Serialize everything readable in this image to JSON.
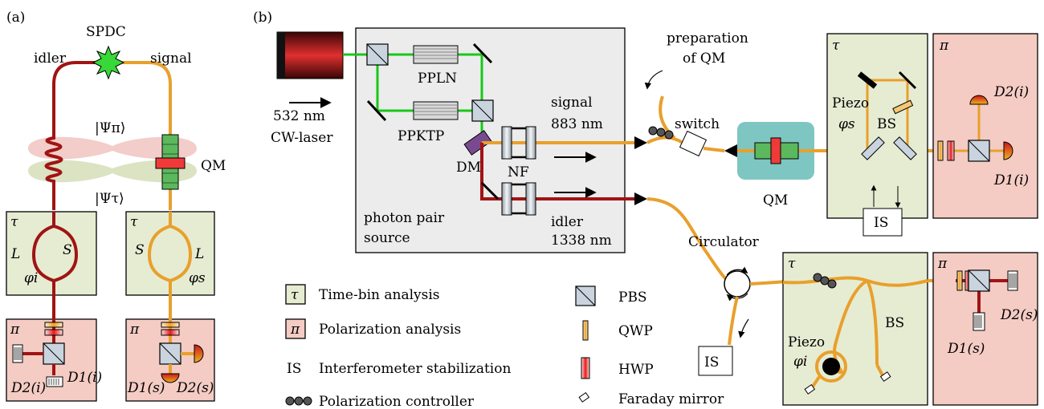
{
  "panel_a": {
    "tag": "(a)",
    "source": "SPDC",
    "idler": "idler",
    "signal": "signal",
    "psi_pi": "|Ψπ⟩",
    "psi_tau": "|Ψτ⟩",
    "qm": "QM",
    "tau": "τ",
    "pi": "π",
    "L": "L",
    "S": "S",
    "phi_i": "φi",
    "phi_s": "φs",
    "d2i": "D2(i)",
    "d1i": "D1(i)",
    "d1s": "D1(s)",
    "d2s": "D2(s)"
  },
  "panel_b": {
    "tag": "(b)",
    "laser_wl": "532 nm",
    "laser": "CW-laser",
    "ppln": "PPLN",
    "ppktp": "PPKTP",
    "dm": "DM",
    "nf": "NF",
    "signal": "signal",
    "signal_wl": "883 nm",
    "idler": "idler",
    "idler_wl": "1338 nm",
    "pair_source_1": "photon pair",
    "pair_source_2": "source",
    "prep_1": "preparation",
    "prep_2": "of QM",
    "switch": "switch",
    "qm": "QM",
    "piezo": "Piezo",
    "phi_s": "φs",
    "phi_i": "φi",
    "bs": "BS",
    "is": "IS",
    "circulator": "Circulator",
    "tau": "τ",
    "pi": "π",
    "d1i": "D1(i)",
    "d2i": "D2(i)",
    "d1s": "D1(s)",
    "d2s": "D2(s)"
  },
  "legend": [
    {
      "symbol": "τ",
      "text": "Time-bin analysis"
    },
    {
      "symbol": "π",
      "text": "Polarization analysis"
    },
    {
      "symbol": "IS",
      "text": "Interferometer stabilization"
    },
    {
      "symbol": "",
      "text": "Polarization controller"
    },
    {
      "symbol": "",
      "text": "PBS"
    },
    {
      "symbol": "",
      "text": "QWP"
    },
    {
      "symbol": "",
      "text": "HWP"
    },
    {
      "symbol": "",
      "text": "Faraday mirror"
    }
  ],
  "colors": {
    "signal": "#e8a02c",
    "idler": "#a01414",
    "pump": "#18c818",
    "time_bin": "#e6ecd2",
    "polarization": "#f4ccc4"
  }
}
